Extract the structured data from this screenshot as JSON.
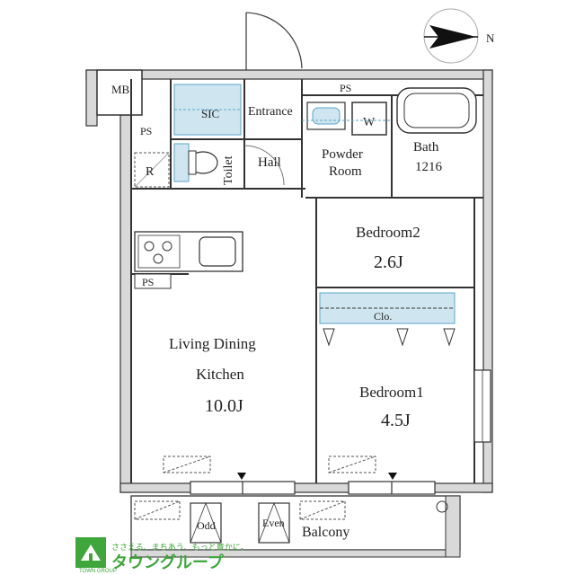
{
  "plan": {
    "compass": "N",
    "labels": {
      "mb": "MB",
      "ps_top": "PS",
      "ps_left": "PS",
      "ps_kitchen": "PS",
      "r": "R",
      "sic": "SIC",
      "entrance": "Entrance",
      "hall": "Hall",
      "toilet": "Toilet",
      "powder_line1": "Powder",
      "powder_line2": "Room",
      "w": "W",
      "bath": "Bath",
      "bath_size": "1216",
      "bedroom2": "Bedroom2",
      "bedroom2_size": "2.6J",
      "clo": "Clo.",
      "ldk_line1": "Living Dining",
      "ldk_line2": "Kitchen",
      "ldk_size": "10.0J",
      "bedroom1": "Bedroom1",
      "bedroom1_size": "4.5J",
      "odd": "Odd",
      "even": "Even",
      "balcony": "Balcony"
    },
    "colors": {
      "wall": "#333333",
      "storage_fill": "#cfe6f1",
      "storage_stroke": "#5aa6c8",
      "logo_green": "#3ea63a"
    }
  },
  "logo": {
    "tagline": "ささえる、まちあう、もっと豊かに。",
    "name": "タウングループ",
    "sub": "TOWN GROUP"
  }
}
